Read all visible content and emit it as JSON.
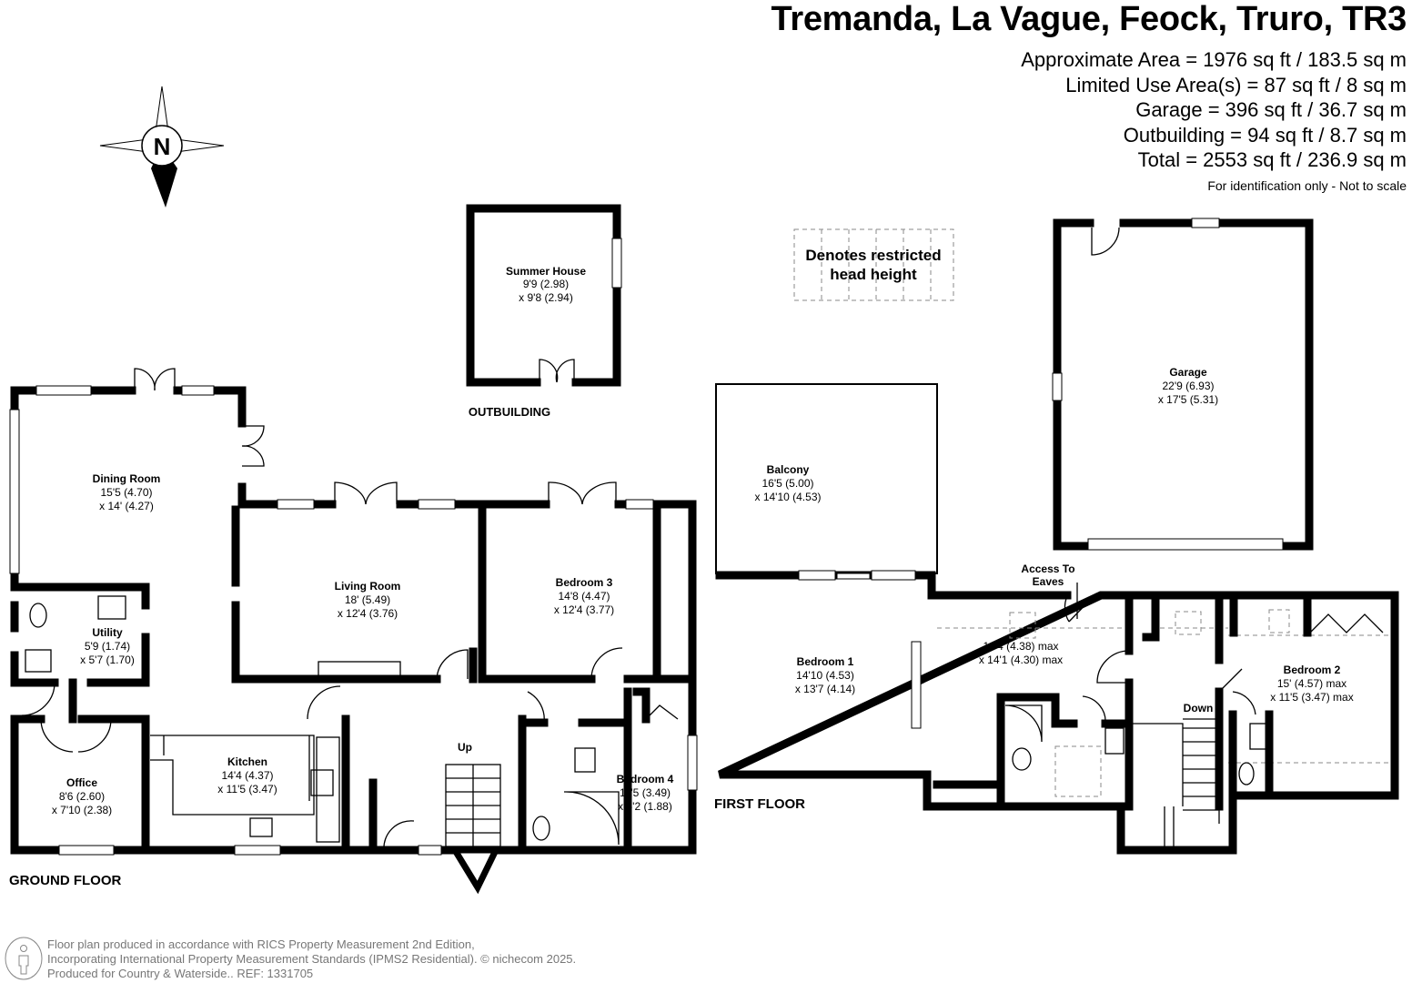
{
  "header": {
    "title": "Tremanda, La Vague, Feock, Truro, TR3",
    "areas": [
      "Approximate Area = 1976 sq ft / 183.5 sq m",
      "Limited Use Area(s) = 87 sq ft / 8 sq m",
      "Garage = 396 sq ft / 36.7 sq m",
      "Outbuilding = 94 sq ft / 8.7 sq m",
      "Total = 2553 sq ft / 236.9 sq m"
    ],
    "note": "For identification only - Not to scale"
  },
  "compass": {
    "label": "N"
  },
  "legend": {
    "line1": "Denotes restricted",
    "line2": "head height"
  },
  "floors": {
    "ground": "GROUND FLOOR",
    "first": "FIRST FLOOR",
    "outbuilding": "OUTBUILDING"
  },
  "rooms": {
    "summer_house": {
      "name": "Summer House",
      "d1": "9'9 (2.98)",
      "d2": "x 9'8 (2.94)"
    },
    "dining": {
      "name": "Dining Room",
      "d1": "15'5 (4.70)",
      "d2": "x 14' (4.27)"
    },
    "living": {
      "name": "Living Room",
      "d1": "18' (5.49)",
      "d2": "x 12'4 (3.76)"
    },
    "bedroom3": {
      "name": "Bedroom 3",
      "d1": "14'8 (4.47)",
      "d2": "x 12'4 (3.77)"
    },
    "utility": {
      "name": "Utility",
      "d1": "5'9 (1.74)",
      "d2": "x 5'7 (1.70)"
    },
    "kitchen": {
      "name": "Kitchen",
      "d1": "14'4 (4.37)",
      "d2": "x 11'5 (3.47)"
    },
    "office": {
      "name": "Office",
      "d1": "8'6 (2.60)",
      "d2": "x 7'10 (2.38)"
    },
    "bedroom4": {
      "name": "Bedroom 4",
      "d1": "11'5 (3.49)",
      "d2": "x 6'2 (1.88)"
    },
    "up": "Up",
    "balcony": {
      "name": "Balcony",
      "d1": "16'5 (5.00)",
      "d2": "x 14'10 (4.53)"
    },
    "bedroom1": {
      "name": "Bedroom 1",
      "d1": "14'10 (4.53)",
      "d2": "x 13'7 (4.14)"
    },
    "landing_room": {
      "d1": "14'4 (4.38) max",
      "d2": "x 14'1 (4.30) max"
    },
    "eaves": {
      "l1": "Access To",
      "l2": "Eaves"
    },
    "bedroom2": {
      "name": "Bedroom 2",
      "d1": "15' (4.57) max",
      "d2": "x 11'5 (3.47) max"
    },
    "down": "Down",
    "garage": {
      "name": "Garage",
      "d1": "22'9 (6.93)",
      "d2": "x 17'5 (5.31)"
    }
  },
  "footer": {
    "lines": [
      "Floor plan produced in accordance with RICS Property Measurement 2nd Edition,",
      "Incorporating International Property Measurement Standards (IPMS2 Residential).   © nichecom 2025.",
      "Produced for Country & Waterside..   REF: 1331705"
    ]
  }
}
